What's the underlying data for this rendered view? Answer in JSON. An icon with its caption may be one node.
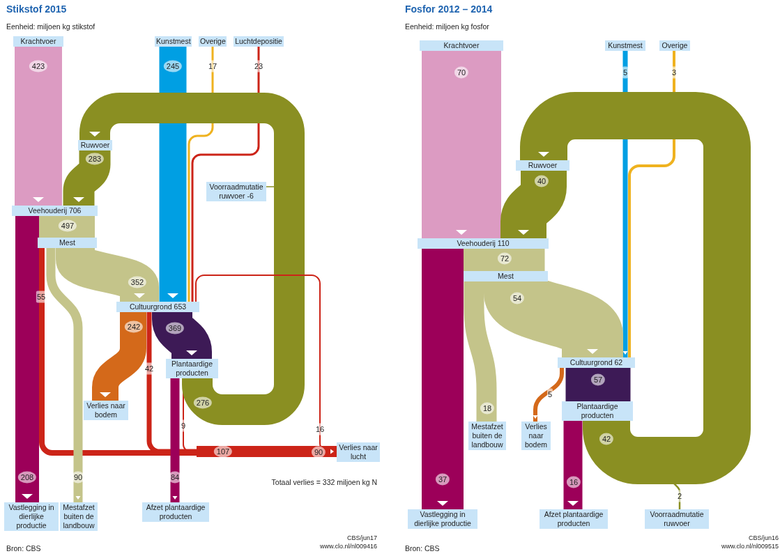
{
  "diagram": {
    "nodes": [
      {
        "text": [
          "Krachtvoer"
        ]
      },
      {
        "text": [
          "Kunstmest"
        ]
      },
      {
        "text": [
          "Overige"
        ]
      },
      {
        "text": [
          "Luchtdepositie"
        ]
      },
      {
        "text": [
          "Ruwvoer"
        ]
      },
      {
        "text": [
          "Veehouderij 706"
        ]
      },
      {
        "text": [
          "Mest"
        ]
      },
      {
        "text": [
          "Voorraadmutatie ruwvoer -6"
        ]
      },
      {
        "text": [
          "Cultuurgrond 653"
        ]
      },
      {
        "text": [
          "Plantaardige producten"
        ]
      },
      {
        "text": [
          "Verlies naar bodem"
        ]
      },
      {
        "text": [
          "Verlies naar lucht"
        ]
      },
      {
        "text": [
          "Vastlegging in dierlijke productie"
        ]
      },
      {
        "text": [
          "Mestafzet buiten de landbouw"
        ]
      },
      {
        "text": [
          "Afzet plantaardige producten"
        ]
      },
      {
        "text": [
          "Krachtvoer"
        ]
      },
      {
        "text": [
          "Kunstmest"
        ]
      },
      {
        "text": [
          "Overige"
        ]
      },
      {
        "text": [
          "Ruwvoer"
        ]
      },
      {
        "text": [
          "Veehouderij 110"
        ]
      },
      {
        "text": [
          "Mest"
        ]
      },
      {
        "text": [
          "Cultuurgrond 62"
        ]
      },
      {
        "text": [
          "Plantaardige producten"
        ]
      },
      {
        "text": [
          "Mestafzet buiten de landbouw"
        ]
      },
      {
        "text": [
          "Verlies naar bodem"
        ]
      },
      {
        "text": [
          "Vastlegging in dierlijke productie"
        ]
      },
      {
        "text": [
          "Afzet plantaardige producten"
        ]
      },
      {
        "text": [
          "Voorraadmutatie ruwvoer"
        ]
      }
    ],
    "edges": [
      {
        "from": 0,
        "to": 5,
        "arrow": "to",
        "label": "423",
        "color": "#dc9bc2",
        "style": "thick"
      },
      {
        "from": 4,
        "to": 5,
        "arrow": "to",
        "label": "283",
        "color": "#8a8f22"
      },
      {
        "from": 1,
        "to": 8,
        "arrow": "to",
        "label": "245",
        "color": "#009fe3"
      },
      {
        "from": 2,
        "to": 8,
        "arrow": "none",
        "label": "17",
        "color": "#efb21f"
      },
      {
        "from": 3,
        "to": 8,
        "arrow": "none",
        "label": "23",
        "color": "#cc2418"
      },
      {
        "from": 5,
        "to": 6,
        "arrow": "none",
        "label": "497",
        "color": "#c4c48a",
        "style": "thick"
      },
      {
        "from": 5,
        "to": 12,
        "arrow": "to",
        "label": "208",
        "color": "#9c0059"
      },
      {
        "from": 6,
        "to": 8,
        "arrow": "to",
        "label": "352",
        "color": "#c4c48a"
      },
      {
        "from": 6,
        "to": 13,
        "arrow": "to",
        "label": "90",
        "color": "#c4c48a"
      },
      {
        "from": 6,
        "to": 11,
        "arrow": "to",
        "label": "55",
        "color": "#cc2418"
      },
      {
        "from": 8,
        "to": 10,
        "arrow": "to",
        "label": "242",
        "color": "#d4691a"
      },
      {
        "from": 8,
        "to": 9,
        "arrow": "to",
        "label": "369",
        "color": "#3d1a56"
      },
      {
        "from": 8,
        "to": 11,
        "arrow": "to",
        "label": "42",
        "color": "#cc2418"
      },
      {
        "from": 8,
        "to": 11,
        "arrow": "to",
        "label": "16",
        "color": "#cc2418"
      },
      {
        "from": 9,
        "to": 14,
        "arrow": "to",
        "label": "84",
        "color": "#9c0059"
      },
      {
        "from": 9,
        "to": 11,
        "arrow": "to",
        "label": "9",
        "color": "#cc2418"
      },
      {
        "from": 9,
        "to": 4,
        "arrow": "to",
        "label": "276",
        "color": "#8a8f22"
      },
      {
        "from": 7,
        "to": null,
        "arrow": "none",
        "color": "#8a8f22"
      },
      {
        "from": 15,
        "to": 19,
        "arrow": "to",
        "label": "70",
        "color": "#dc9bc2",
        "style": "thick"
      },
      {
        "from": 18,
        "to": 19,
        "arrow": "to",
        "label": "40",
        "color": "#8a8f22",
        "style": "thick"
      },
      {
        "from": 16,
        "to": 21,
        "arrow": "to",
        "label": "5",
        "color": "#009fe3"
      },
      {
        "from": 17,
        "to": 21,
        "arrow": "none",
        "label": "3",
        "color": "#efb21f"
      },
      {
        "from": 19,
        "to": 20,
        "arrow": "none",
        "label": "72",
        "color": "#c4c48a",
        "style": "thick"
      },
      {
        "from": 19,
        "to": 25,
        "arrow": "to",
        "label": "37",
        "color": "#9c0059"
      },
      {
        "from": 20,
        "to": 21,
        "arrow": "to",
        "label": "54",
        "color": "#c4c48a",
        "style": "thick"
      },
      {
        "from": 20,
        "to": 23,
        "arrow": "none",
        "label": "18",
        "color": "#c4c48a"
      },
      {
        "from": 21,
        "to": 24,
        "arrow": "to",
        "label": "5",
        "color": "#d4691a"
      },
      {
        "from": 21,
        "to": 22,
        "arrow": "none",
        "label": "57",
        "color": "#3d1a56",
        "style": "thick"
      },
      {
        "from": 22,
        "to": 26,
        "arrow": "to",
        "label": "16",
        "color": "#9c0059"
      },
      {
        "from": 22,
        "to": 18,
        "arrow": "to",
        "label": "42",
        "color": "#8a8f22",
        "style": "thick"
      },
      {
        "from": 22,
        "to": 27,
        "arrow": "none",
        "label": "2",
        "color": "#8a8f22"
      }
    ],
    "labels": [
      "Stikstof 2015",
      "Eenheid: miljoen kg stikstof",
      "107",
      "90",
      "Totaal verlies = 332 miljoen kg N",
      "Bron: CBS",
      "CBS/jun17",
      "www.clo.nl/nl009416",
      "Fosfor 2012 – 2014",
      "Eenheid: miljoen kg fosfor",
      "Bron: CBS",
      "CBS/jun16",
      "www.clo.nl/nl009515"
    ]
  }
}
